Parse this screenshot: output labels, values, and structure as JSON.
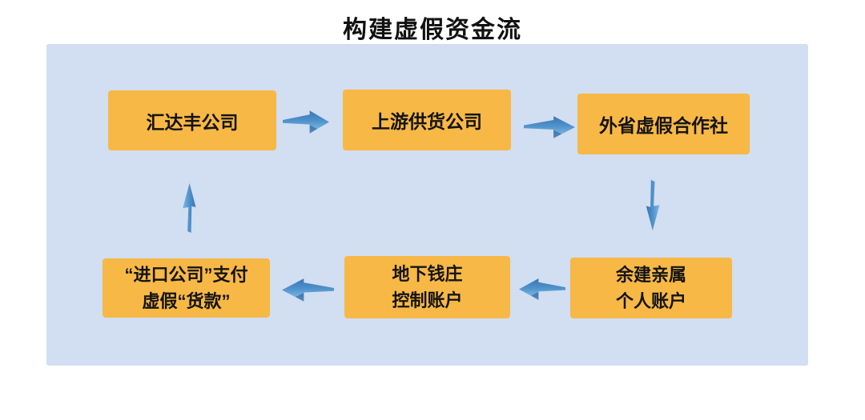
{
  "title": "构建虚假资金流",
  "colors": {
    "panel_bg": "#d2def1",
    "box_bg": "#f7b846",
    "arrow_dark": "#3a74b0",
    "arrow_mid": "#4f93cc",
    "arrow_light": "#8ec4ec",
    "text": "#141414",
    "title_text": "#111111"
  },
  "nodes": {
    "company": {
      "lines": [
        "汇达丰公司"
      ]
    },
    "supplier": {
      "lines": [
        "上游供货公司"
      ]
    },
    "coop": {
      "lines": [
        "外省虚假合作社"
      ]
    },
    "relatives": {
      "lines": [
        "余建亲属",
        "个人账户"
      ]
    },
    "underground": {
      "lines": [
        "地下钱庄",
        "控制账户"
      ]
    },
    "importer": {
      "lines": [
        "“进口公司”支付",
        "虚假“货款”"
      ]
    }
  },
  "arrows": [
    {
      "from": "company",
      "to": "supplier",
      "direction": "right"
    },
    {
      "from": "supplier",
      "to": "coop",
      "direction": "right"
    },
    {
      "from": "coop",
      "to": "relatives",
      "direction": "down"
    },
    {
      "from": "relatives",
      "to": "underground",
      "direction": "left"
    },
    {
      "from": "underground",
      "to": "importer",
      "direction": "left"
    },
    {
      "from": "importer",
      "to": "company",
      "direction": "up"
    }
  ]
}
